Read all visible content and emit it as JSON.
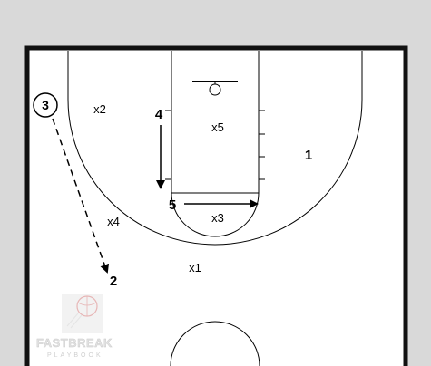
{
  "court": {
    "frame_color": "#d9d9d9",
    "floor_color": "#ffffff",
    "line_color": "#000000",
    "boundary_color": "#111111"
  },
  "players": {
    "offense": [
      {
        "id": "1",
        "label": "1"
      },
      {
        "id": "2",
        "label": "2"
      },
      {
        "id": "3",
        "label": "3",
        "has_ball": true
      },
      {
        "id": "4",
        "label": "4"
      },
      {
        "id": "5",
        "label": "5"
      }
    ],
    "defense": [
      {
        "id": "x1",
        "label": "x1"
      },
      {
        "id": "x2",
        "label": "x2"
      },
      {
        "id": "x3",
        "label": "x3"
      },
      {
        "id": "x4",
        "label": "x4"
      },
      {
        "id": "x5",
        "label": "x5"
      }
    ]
  },
  "actions": [
    {
      "type": "dribble-or-cut",
      "style": "dashed",
      "from": "3",
      "to": "2"
    },
    {
      "type": "cut",
      "style": "solid",
      "player": "4",
      "direction": "down"
    },
    {
      "type": "cut",
      "style": "solid",
      "player": "5",
      "direction": "right"
    }
  ],
  "watermark": {
    "brand_line1": "FASTBREAK",
    "brand_line2": "PLAYBOOK",
    "color": "#d9a8a8"
  }
}
